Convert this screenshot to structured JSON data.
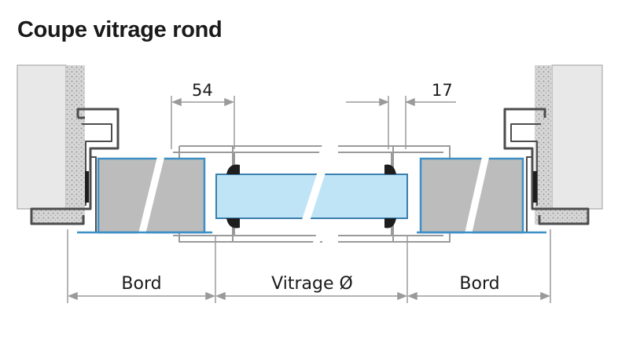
{
  "title": "Coupe vitrage rond",
  "dimensions": {
    "left_offset": "54",
    "right_offset": "17"
  },
  "labels": {
    "left_border": "Bord",
    "glazing": "Vitrage Ø",
    "right_border": "Bord"
  },
  "colors": {
    "wall": "#e6e6e6",
    "plaster": "#d4d4d4",
    "frame_stroke": "#4d4d4d",
    "panel_fill": "#bdbdbd",
    "panel_edge": "#3d8fc6",
    "glass_fill": "#bfe4f5",
    "glass_stroke": "#3b7fae",
    "seal": "#1e1e1e",
    "dimension_line": "#9a9a9a"
  }
}
